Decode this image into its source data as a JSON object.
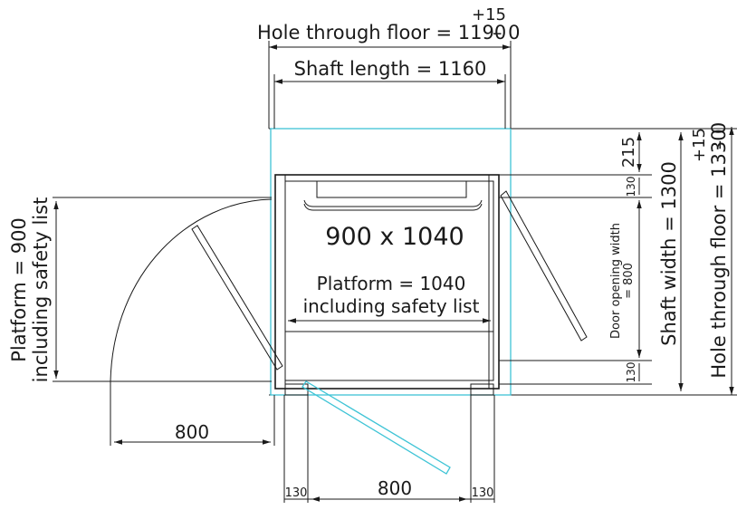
{
  "dimensions": {
    "hole_floor_length_label": "Hole through floor = 1190",
    "hole_floor_length_tol_upper": "+15",
    "hole_floor_length_tol_lower": "– 0",
    "shaft_length_label": "Shaft length = 1160",
    "shaft_width_label": "Shaft width = 1300",
    "hole_floor_width_label": "Hole through floor = 1330",
    "hole_floor_width_tol_upper": "+15",
    "hole_floor_width_tol_lower": "– 0",
    "top_gap": "215",
    "right_top_offset": "130",
    "right_bottom_offset": "130",
    "door_opening_line1": "Door opening width",
    "door_opening_line2": "= 800",
    "bottom_left_offset": "130",
    "bottom_door": "800",
    "bottom_right_offset": "130",
    "left_swing": "800"
  },
  "platform": {
    "size": "900  x 1040",
    "length_line1": "Platform = 1040",
    "length_line2": "including safety list",
    "width_line1": "Platform = 900",
    "width_line2": "including safety list"
  },
  "colors": {
    "line": "#1a1a1a",
    "shaft_outline": "#3fc4d6"
  }
}
